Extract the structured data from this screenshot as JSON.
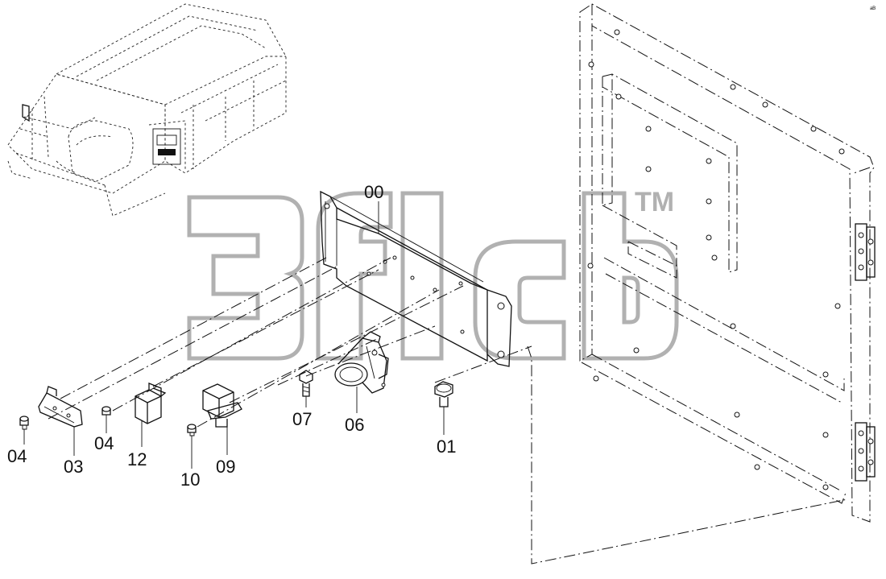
{
  "watermark": {
    "text": "3flcb",
    "trademark": "TM",
    "color": "#a9a9a9"
  },
  "part_labels": {
    "p00": "00",
    "p01": "01",
    "p03": "03",
    "p04a": "04",
    "p04b": "04",
    "p06": "06",
    "p07": "07",
    "p09": "09",
    "p10": "10",
    "p12": "12"
  },
  "corner_mark": "ᵃᴮ"
}
